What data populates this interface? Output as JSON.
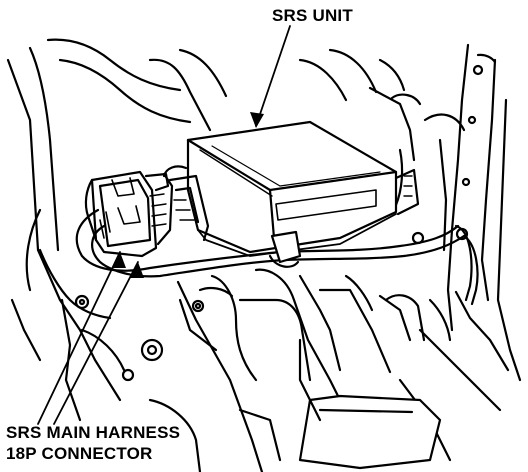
{
  "labels": {
    "srs_unit": "SRS UNIT",
    "harness_line1": "SRS MAIN HARNESS",
    "harness_line2": "18P CONNECTOR"
  },
  "colors": {
    "ink": "#000000",
    "paper": "#ffffff",
    "shade": "#555555"
  }
}
